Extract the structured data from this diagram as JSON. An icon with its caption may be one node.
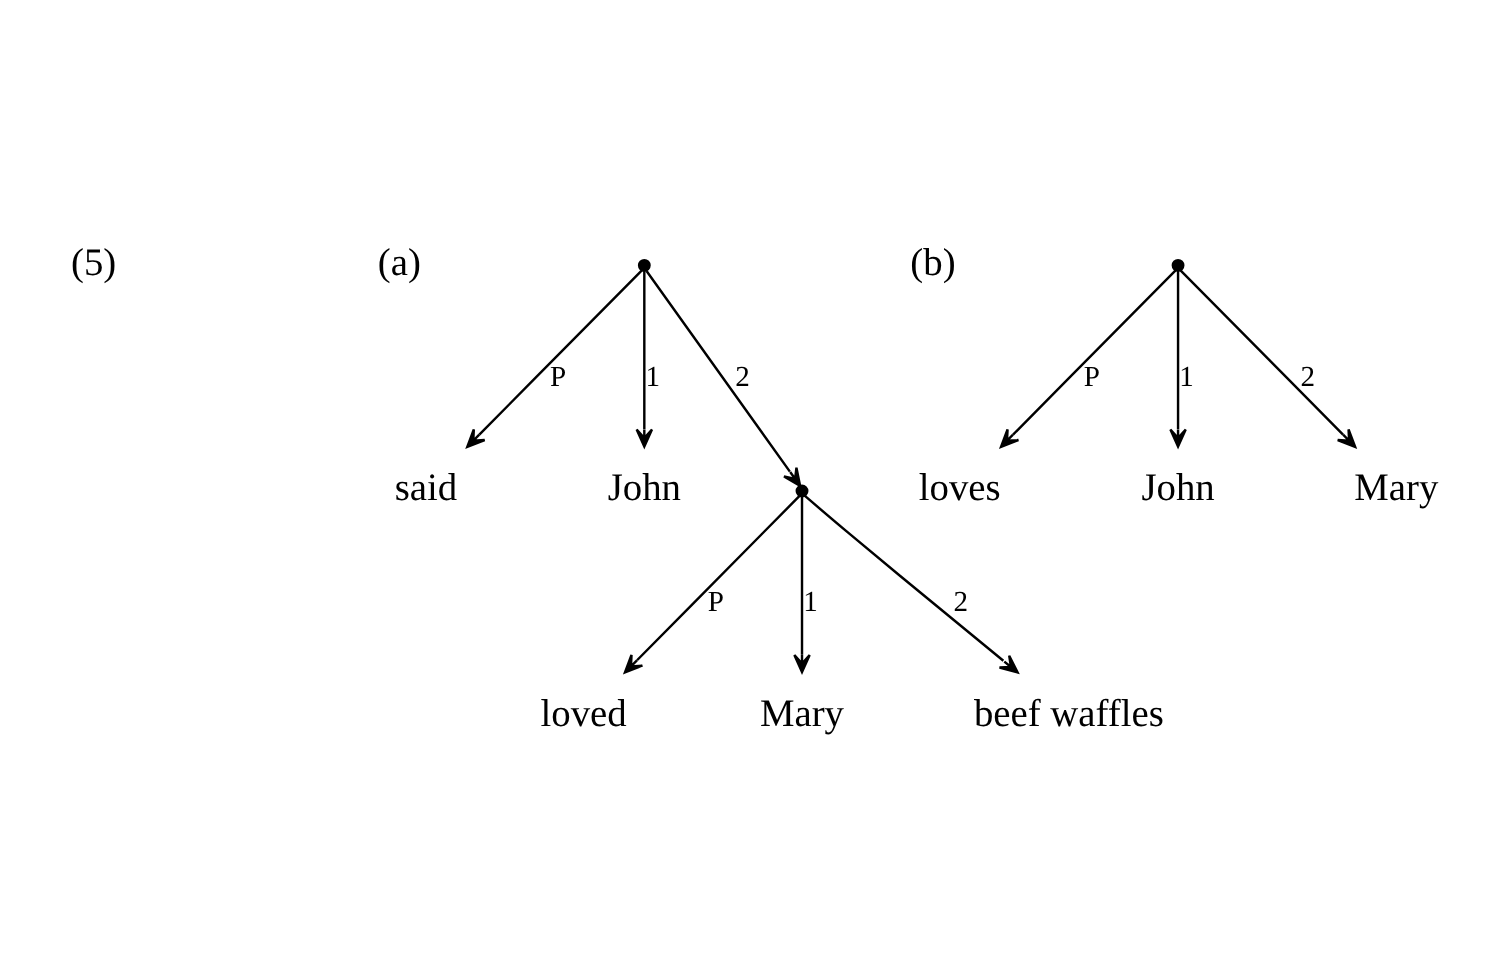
{
  "diagram": {
    "nodes": [
      {
        "text": [],
        "shape": "point"
      },
      {
        "text": [
          "said"
        ]
      },
      {
        "text": [
          "John"
        ]
      },
      {
        "text": [],
        "shape": "point"
      },
      {
        "text": [
          "loved"
        ]
      },
      {
        "text": [
          "Mary"
        ]
      },
      {
        "text": [
          "beef waffles"
        ]
      },
      {
        "text": [],
        "shape": "point"
      },
      {
        "text": [
          "loves"
        ]
      },
      {
        "text": [
          "John"
        ]
      },
      {
        "text": [
          "Mary"
        ]
      }
    ],
    "edges": [
      {
        "from": 0,
        "to": 1,
        "arrow": "to",
        "label": "P"
      },
      {
        "from": 0,
        "to": 2,
        "arrow": "to",
        "label": "1"
      },
      {
        "from": 0,
        "to": 3,
        "arrow": "to",
        "label": "2"
      },
      {
        "from": 3,
        "to": 4,
        "arrow": "to",
        "label": "P"
      },
      {
        "from": 3,
        "to": 5,
        "arrow": "to",
        "label": "1"
      },
      {
        "from": 3,
        "to": 6,
        "arrow": "to",
        "label": "2"
      },
      {
        "from": 7,
        "to": 8,
        "arrow": "to",
        "label": "P"
      },
      {
        "from": 7,
        "to": 9,
        "arrow": "to",
        "label": "1"
      },
      {
        "from": 7,
        "to": 10,
        "arrow": "to",
        "label": "2"
      }
    ],
    "labels": [
      "(5)",
      "(a)",
      "(b)"
    ]
  }
}
